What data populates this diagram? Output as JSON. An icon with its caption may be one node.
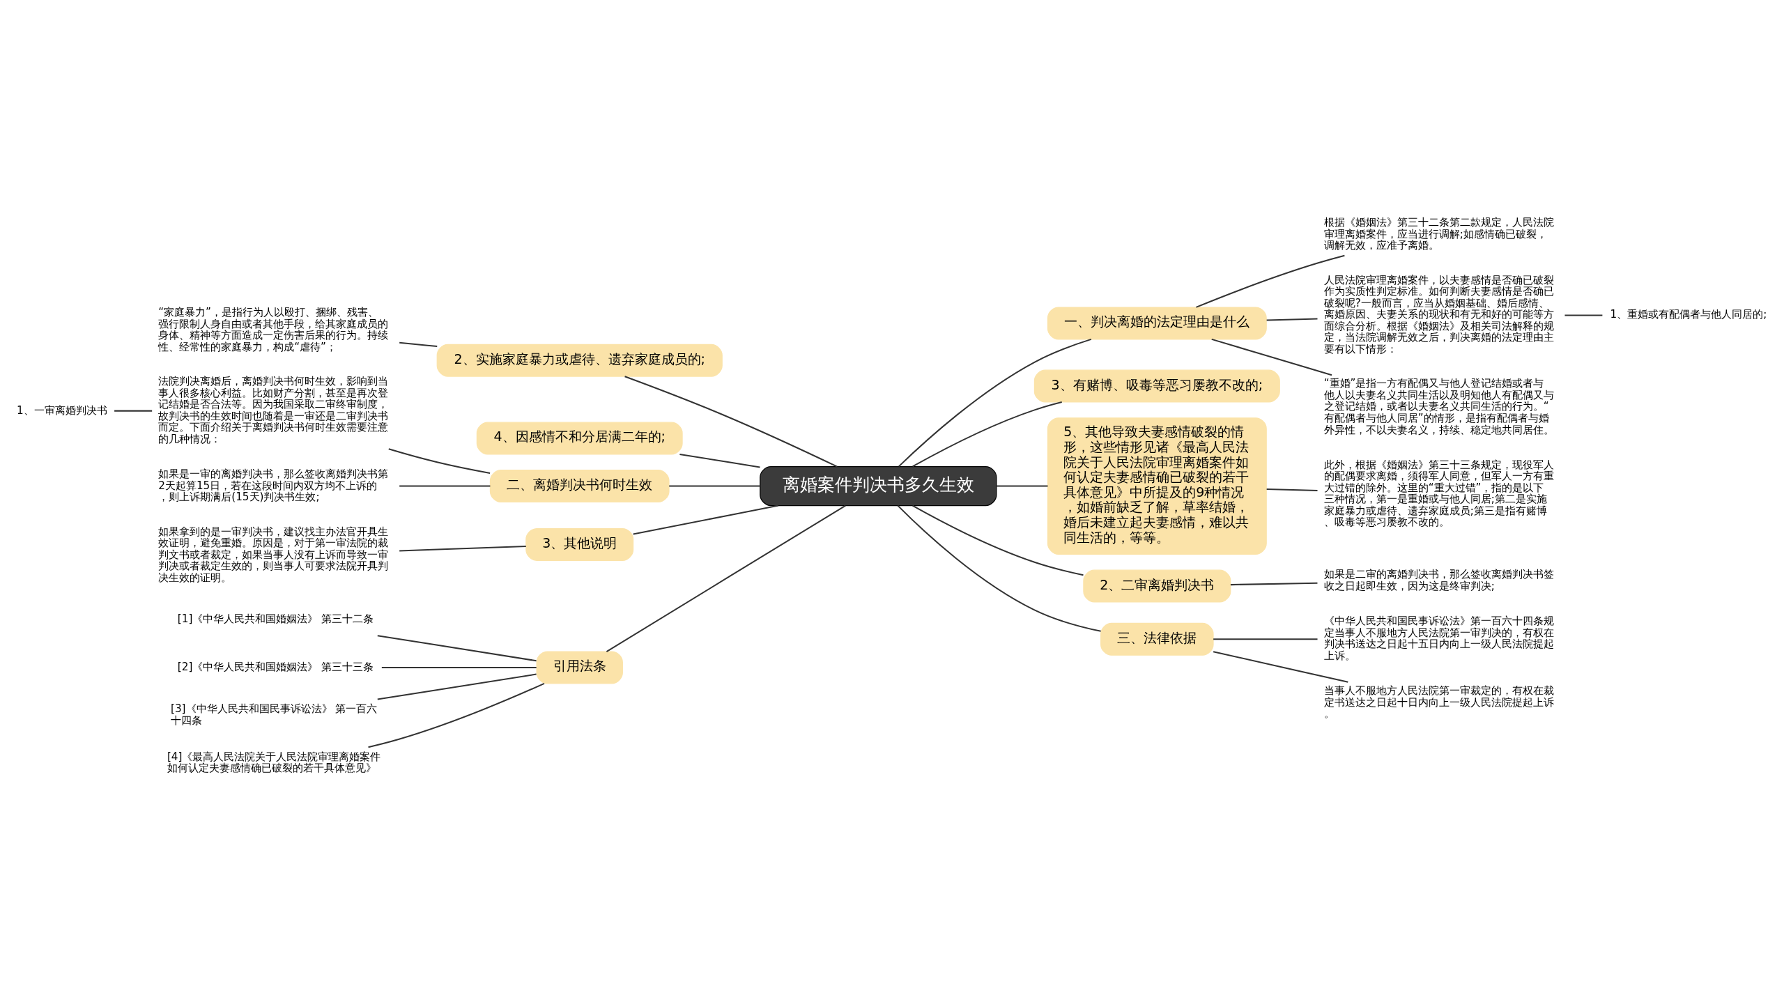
{
  "diagram": {
    "nodes": [
      {
        "text": [
          "离婚案件判决书多久生效"
        ]
      },
      {
        "text": [
          "一、判决离婚的法定理由是什么"
        ]
      },
      {
        "text": [
          "根据《婚姻法》第三十二条第二款规定，人民法院审理离婚案件，应当进行调解;如感情确已破裂，调解无效，应准予离婚。"
        ]
      },
      {
        "text": [
          "人民法院审理离婚案件，以夫妻感情是否确已破裂作为实质性判定标准。如何判断夫妻感情是否确已破裂呢?一般而言，应当从婚姻基础、婚后感情、离婚原因、夫妻关系的现状和有无和好的可能等方面综合分析。根据《婚姻法》及相关司法解释的规定，当法院调解无效之后，判决离婚的法定理由主要有以下情形："
        ]
      },
      {
        "text": [
          "1、重婚或有配偶者与他人同居的;"
        ]
      },
      {
        "text": [
          "“重婚”是指一方有配偶又与他人登记结婚或者与他人以夫妻名义共同生活以及明知他人有配偶又与之登记结婚，或者以夫妻名义共同生活的行为。“有配偶者与他人同居”的情形，是指有配偶者与婚外异性，不以夫妻名义，持续、稳定地共同居住。"
        ]
      },
      {
        "text": [
          "3、有赌博、吸毒等恶习屡教不改的;"
        ]
      },
      {
        "text": [
          "5、其他导致夫妻感情破裂的情形，这些情形见诸《最高人民法院关于人民法院审理离婚案件如何认定夫妻感情确已破裂的若干具体意见》中所提及的9种情况，如婚前缺乏了解，草率结婚，婚后未建立起夫妻感情，难以共同生活的，等等。"
        ]
      },
      {
        "text": [
          "此外，根据《婚姻法》第三十三条规定，现役军人的配偶要求离婚，须得军人同意，但军人一方有重大过错的除外。这里的“重大过错”，指的是以下三种情况，第一是重婚或与他人同居;第二是实施家庭暴力或虐待、遗弃家庭成员;第三是指有赌博、吸毒等恶习屡教不改的。"
        ]
      },
      {
        "text": [
          "2、二审离婚判决书"
        ]
      },
      {
        "text": [
          "如果是二审的离婚判决书，那么签收离婚判决书签收之日起即生效，因为这是终审判决;"
        ]
      },
      {
        "text": [
          "三、法律依据"
        ]
      },
      {
        "text": [
          "《中华人民共和国民事诉讼法》第一百六十四条规定当事人不服地方人民法院第一审判决的，有权在判决书送达之日起十五日内向上一级人民法院提起上诉。"
        ]
      },
      {
        "text": [
          "当事人不服地方人民法院第一审裁定的，有权在裁定书送达之日起十日内向上一级人民法院提起上诉。"
        ]
      },
      {
        "text": [
          "2、实施家庭暴力或虐待、遗弃家庭成员的;"
        ]
      },
      {
        "text": [
          "“家庭暴力”，是指行为人以殴打、捆绑、残害、强行限制人身自由或者其他手段，给其家庭成员的身体、精神等方面造成一定伤害后果的行为。持续性、经常性的家庭暴力，构成“虐待”；"
        ]
      },
      {
        "text": [
          "4、因感情不和分居满二年的;"
        ]
      },
      {
        "text": [
          "二、离婚判决书何时生效"
        ]
      },
      {
        "text": [
          "法院判决离婚后，离婚判决书何时生效，影响到当事人很多核心利益。比如财产分割，甚至是再次登记结婚是否合法等。因为我国采取二审终审制度，故判决书的生效时间也随着是一审还是二审判决书而定。下面介绍关于离婚判决书何时生效需要注意的几种情况："
        ]
      },
      {
        "text": [
          "1、一审离婚判决书"
        ]
      },
      {
        "text": [
          "如果是一审的离婚判决书，那么签收离婚判决书第2天起算15日，若在这段时间内双方均不上诉的，则上诉期满后(15天)判决书生效;"
        ]
      },
      {
        "text": [
          "3、其他说明"
        ]
      },
      {
        "text": [
          "如果拿到的是一审判决书，建议找主办法官开具生效证明，避免重婚。原因是，对于第一审法院的裁判文书或者裁定，如果当事人没有上诉而导致一审判决或者裁定生效的，则当事人可要求法院开具判决生效的证明。"
        ]
      },
      {
        "text": [
          "引用法条"
        ]
      },
      {
        "text": [
          "[1]《中华人民共和国婚姻法》 第三十二条"
        ]
      },
      {
        "text": [
          "[2]《中华人民共和国婚姻法》 第三十三条"
        ]
      },
      {
        "text": [
          "[3]《中华人民共和国民事诉讼法》 第一百六十四条"
        ]
      },
      {
        "text": [
          "[4]《最高人民法院关于人民法院审理离婚案件如何认定夫妻感情确已破裂的若干具体意见》"
        ]
      }
    ],
    "edges": [
      {
        "from": 0,
        "to": 1,
        "arrow": "none"
      },
      {
        "from": 1,
        "to": 2,
        "arrow": "none"
      },
      {
        "from": 1,
        "to": 3,
        "arrow": "none"
      },
      {
        "from": 3,
        "to": 4,
        "arrow": "none"
      },
      {
        "from": 1,
        "to": 5,
        "arrow": "none"
      },
      {
        "from": 0,
        "to": 6,
        "arrow": "none"
      },
      {
        "from": 0,
        "to": 7,
        "arrow": "none"
      },
      {
        "from": 7,
        "to": 8,
        "arrow": "none"
      },
      {
        "from": 0,
        "to": 9,
        "arrow": "none"
      },
      {
        "from": 9,
        "to": 10,
        "arrow": "none"
      },
      {
        "from": 0,
        "to": 11,
        "arrow": "none"
      },
      {
        "from": 11,
        "to": 12,
        "arrow": "none"
      },
      {
        "from": 11,
        "to": 13,
        "arrow": "none"
      },
      {
        "from": 14,
        "to": 0,
        "arrow": "none"
      },
      {
        "from": 15,
        "to": 14,
        "arrow": "none"
      },
      {
        "from": 16,
        "to": 0,
        "arrow": "none"
      },
      {
        "from": 17,
        "to": 0,
        "arrow": "none"
      },
      {
        "from": 18,
        "to": 17,
        "arrow": "none"
      },
      {
        "from": 19,
        "to": 18,
        "arrow": "none"
      },
      {
        "from": 20,
        "to": 17,
        "arrow": "none"
      },
      {
        "from": 21,
        "to": 0,
        "arrow": "none"
      },
      {
        "from": 22,
        "to": 21,
        "arrow": "none"
      },
      {
        "from": 23,
        "to": 0,
        "arrow": "none"
      },
      {
        "from": 24,
        "to": 23,
        "arrow": "none"
      },
      {
        "from": 25,
        "to": 23,
        "arrow": "none"
      },
      {
        "from": 26,
        "to": 23,
        "arrow": "none"
      },
      {
        "from": 27,
        "to": 23,
        "arrow": "none"
      }
    ]
  }
}
